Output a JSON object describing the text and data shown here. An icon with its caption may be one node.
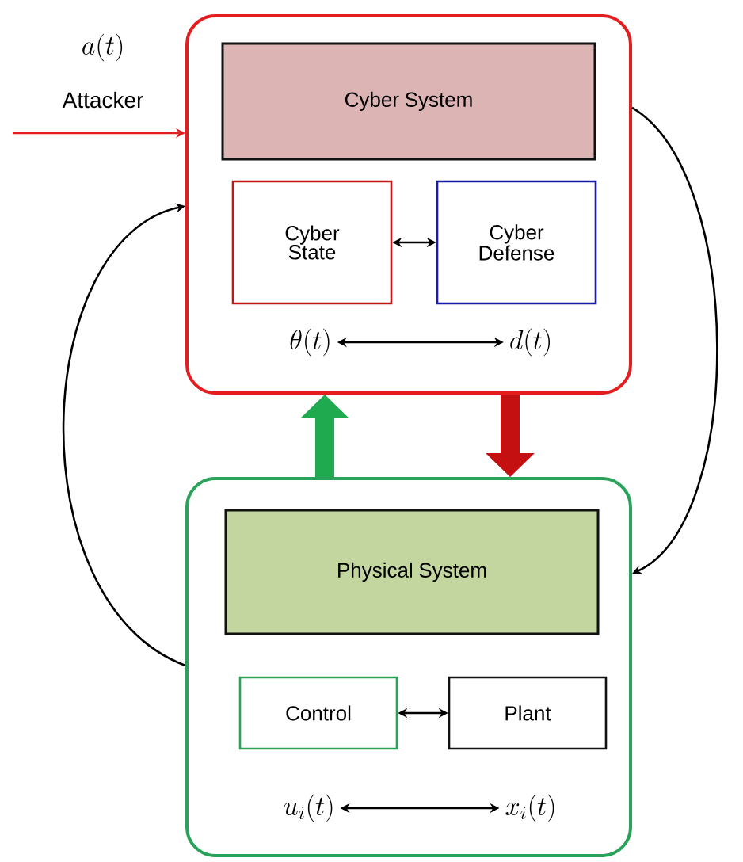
{
  "diagram": {
    "nodes": [
      {
        "text": [],
        "shape": "box"
      },
      {
        "text": [
          "Cyber System"
        ],
        "in": 0
      },
      {
        "text": [
          "Cyber State"
        ],
        "in": 0
      },
      {
        "text": [
          "Cyber Defense"
        ],
        "in": 0
      },
      {
        "text": [
          "\\theta(t)"
        ],
        "in": 0
      },
      {
        "text": [
          "d(t)"
        ],
        "in": 0
      },
      {
        "text": [],
        "shape": "box"
      },
      {
        "text": [
          "Physical System"
        ],
        "in": 6
      },
      {
        "text": [
          "Control"
        ],
        "in": 6
      },
      {
        "text": [
          "Plant"
        ],
        "in": 6
      },
      {
        "text": [
          "u_i(t)"
        ],
        "in": 6
      },
      {
        "text": [
          "x_i(t)"
        ],
        "in": 6
      }
    ],
    "edges": [
      {
        "from": null,
        "to": 0,
        "arrow": "to",
        "color": "#e41e1e"
      },
      {
        "from": 2,
        "to": 3,
        "arrow": "both"
      },
      {
        "from": 4,
        "to": 5,
        "arrow": "both"
      },
      {
        "from": 6,
        "to": 0,
        "arrow": "to",
        "style": "thick",
        "color": "#1faa4f"
      },
      {
        "from": 0,
        "to": 6,
        "arrow": "to",
        "style": "thick",
        "color": "#c41010"
      },
      {
        "from": 8,
        "to": 9,
        "arrow": "both"
      },
      {
        "from": 10,
        "to": 11,
        "arrow": "both"
      },
      {
        "from": 0,
        "to": 6,
        "arrow": "to"
      },
      {
        "from": 6,
        "to": 0,
        "arrow": "to"
      }
    ],
    "labels": [
      "a(t)",
      "Attacker"
    ]
  }
}
